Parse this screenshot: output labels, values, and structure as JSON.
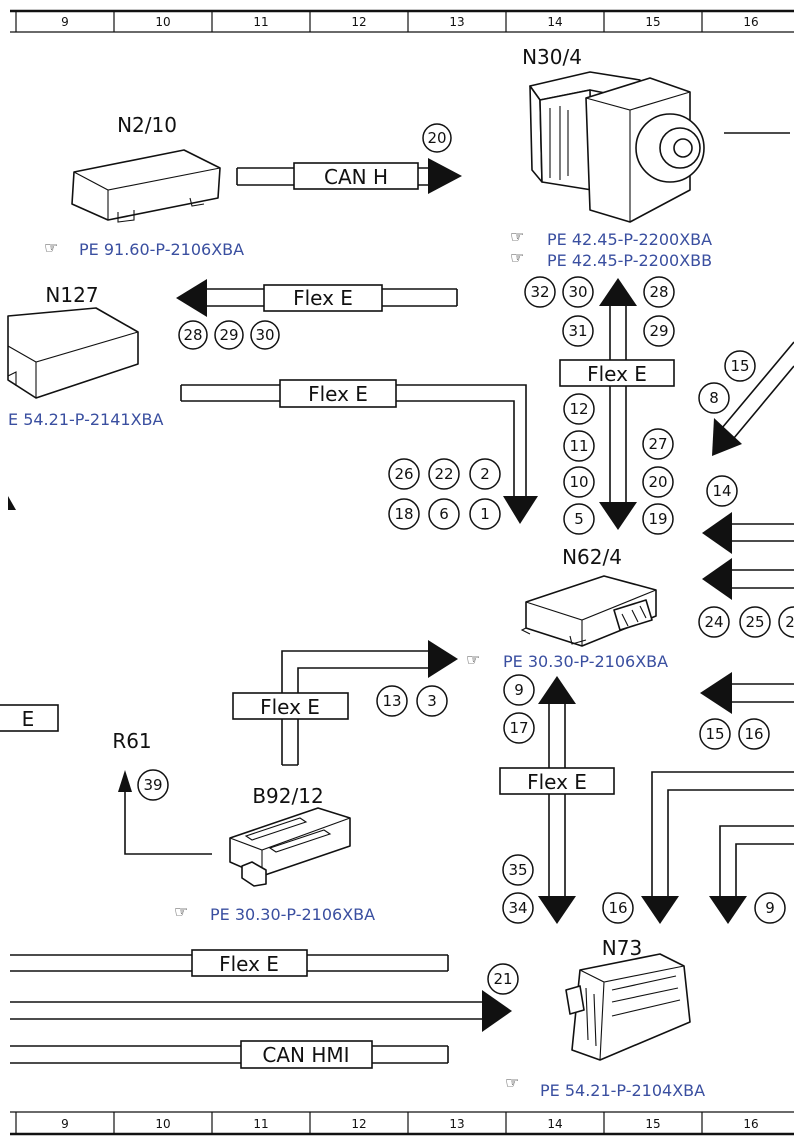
{
  "grid": {
    "columns": [
      "9",
      "10",
      "11",
      "12",
      "13",
      "14",
      "15",
      "16"
    ]
  },
  "components": {
    "n2_10": "N2/10",
    "n30_4": "N30/4",
    "n127": "N127",
    "n62_4": "N62/4",
    "r61": "R61",
    "b92_12": "B92/12",
    "n73": "N73"
  },
  "buses": {
    "can_h": "CAN H",
    "flex_e": "Flex E",
    "flex_e_partial": "E",
    "can_hmi": "CAN HMI"
  },
  "references": {
    "n2_10": "PE 91.60-P-2106XBA",
    "n30_4_a": "PE 42.45-P-2200XBA",
    "n30_4_b": "PE 42.45-P-2200XBB",
    "n127": "E 54.21-P-2141XBA",
    "n62_4": "PE 30.30-P-2106XBA",
    "b92_12": "PE 30.30-P-2106XBA",
    "n73": "PE 54.21-P-2104XBA",
    "pointer_icon": "pointing-hand-icon"
  },
  "pins": {
    "p_can_h": "20",
    "p_n127_28": "28",
    "p_n127_29": "29",
    "p_n127_30": "30",
    "p_n30_32": "32",
    "p_n30_30": "30",
    "p_n30_28": "28",
    "p_n30_31": "31",
    "p_n30_29": "29",
    "p_r15": "15",
    "p_r8": "8",
    "p_c12": "12",
    "p_c11": "11",
    "p_c10": "10",
    "p_c5": "5",
    "p_c27": "27",
    "p_c20": "20",
    "p_c19": "19",
    "p_l26": "26",
    "p_l22": "22",
    "p_l2": "2",
    "p_l18": "18",
    "p_l6": "6",
    "p_l1": "1",
    "p_r14": "14",
    "p_r24": "24",
    "p_r25": "25",
    "p_r2x": "2",
    "p_m13": "13",
    "p_m3": "3",
    "p_m9": "9",
    "p_m17": "17",
    "p_r15b": "15",
    "p_r16b": "16",
    "p_r61_39": "39",
    "p_b35": "35",
    "p_b34": "34",
    "p_b16": "16",
    "p_b9": "9",
    "p_b21": "21"
  }
}
